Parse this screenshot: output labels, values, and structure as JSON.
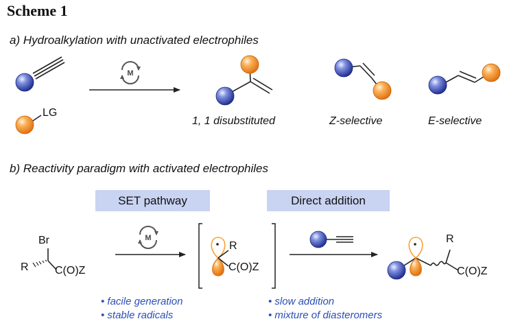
{
  "title": "Scheme 1",
  "section_a": {
    "heading": "a) Hydroalkylation with unactivated electrophiles",
    "leaving_group": "LG",
    "metal": "M",
    "products": [
      "1, 1 disubstituted",
      "Z-selective",
      "E-selective"
    ]
  },
  "section_b": {
    "heading": "b) Reactivity paradigm with activated electrophiles",
    "pathway_1": "SET pathway",
    "pathway_2": "Direct addition",
    "metal": "M",
    "substrate": {
      "halide": "Br",
      "substituent": "R",
      "ester": "C(O)Z"
    },
    "radical": {
      "substituent": "R",
      "ester": "C(O)Z"
    },
    "product": {
      "substituent": "R",
      "ester": "C(O)Z"
    },
    "notes_1": [
      "• facile generation",
      "• stable radicals"
    ],
    "notes_2": [
      "• slow addition",
      "• mixture of diasteromers"
    ]
  },
  "colors": {
    "blue_ball": "#4a5fc4",
    "orange_ball": "#f7a234",
    "highlight_box": "#c9d3f2",
    "note_text": "#2b4fb5"
  }
}
